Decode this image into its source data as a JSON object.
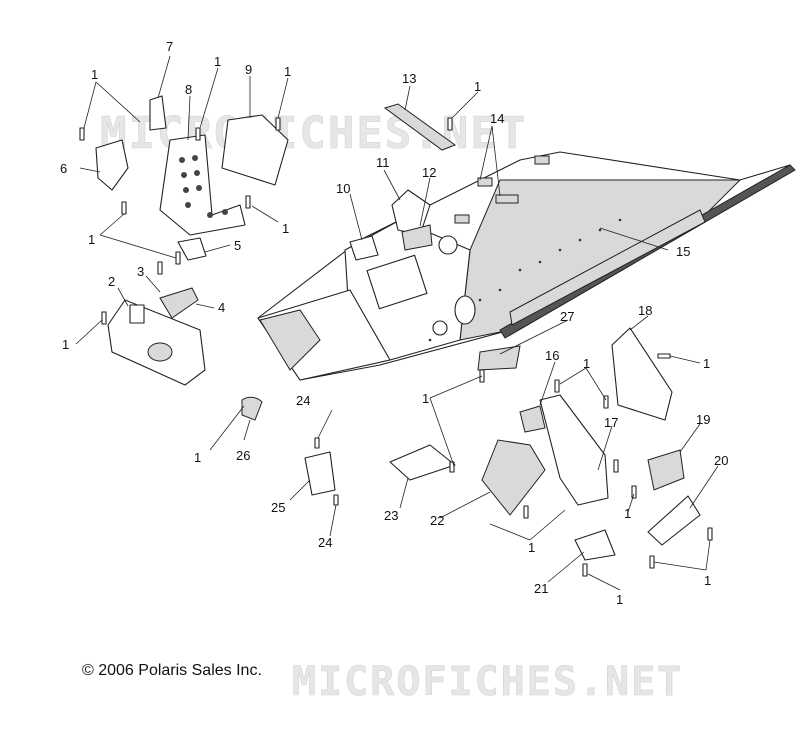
{
  "watermark": "MICROFICHES.NET",
  "copyright": "© 2006 Polaris Sales Inc.",
  "callouts": {
    "p1": "1",
    "p2": "2",
    "p3": "3",
    "p4": "4",
    "p5": "5",
    "p6": "6",
    "p7": "7",
    "p8": "8",
    "p9": "9",
    "p10": "10",
    "p11": "11",
    "p12": "12",
    "p13": "13",
    "p14": "14",
    "p15": "15",
    "p16": "16",
    "p17": "17",
    "p18": "18",
    "p19": "19",
    "p20": "20",
    "p21": "21",
    "p22": "22",
    "p23": "23",
    "p24": "24",
    "p25": "25",
    "p26": "26",
    "p27": "27"
  }
}
